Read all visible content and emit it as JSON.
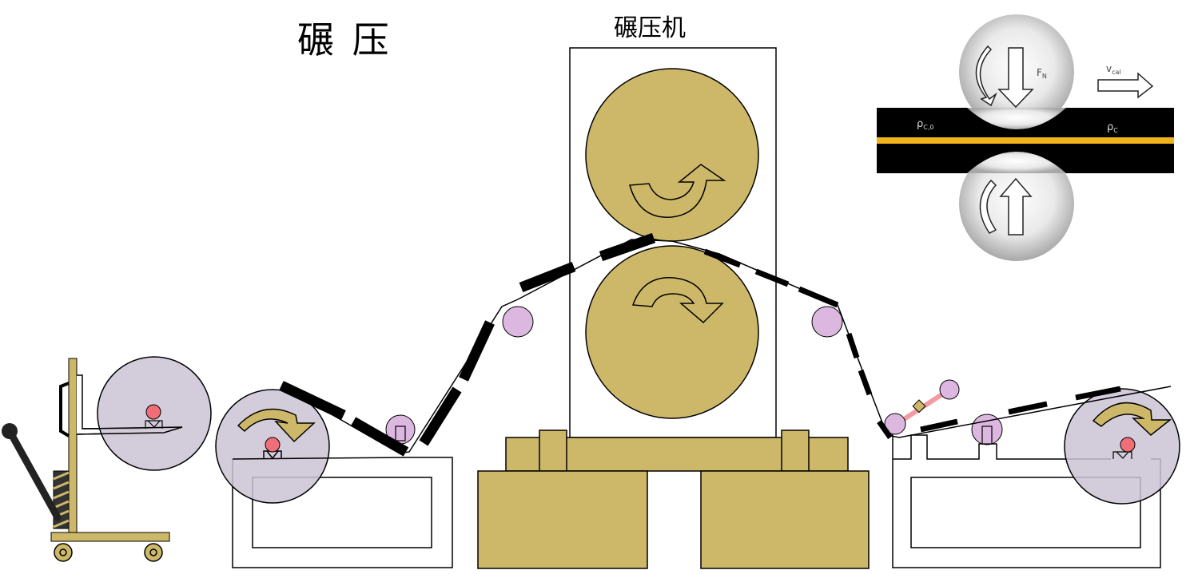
{
  "title": "碾 压",
  "machine_label": "碾压机",
  "inset": {
    "force_label": "F",
    "force_sub": "N",
    "speed_label": "v",
    "speed_sub": "cal",
    "density_in_label": "ρ",
    "density_in_sub": "C,0",
    "density_out_label": "ρ",
    "density_out_sub": "C"
  },
  "colors": {
    "roller": "#cdb869",
    "base_block": "#cdb869",
    "reel": "#cbc3d3",
    "guide_roller": "#dcb8e0",
    "axle": "#f06e78",
    "electrode": "#000000",
    "inset_band": "#000000",
    "inset_collector": "#f0b31c"
  }
}
